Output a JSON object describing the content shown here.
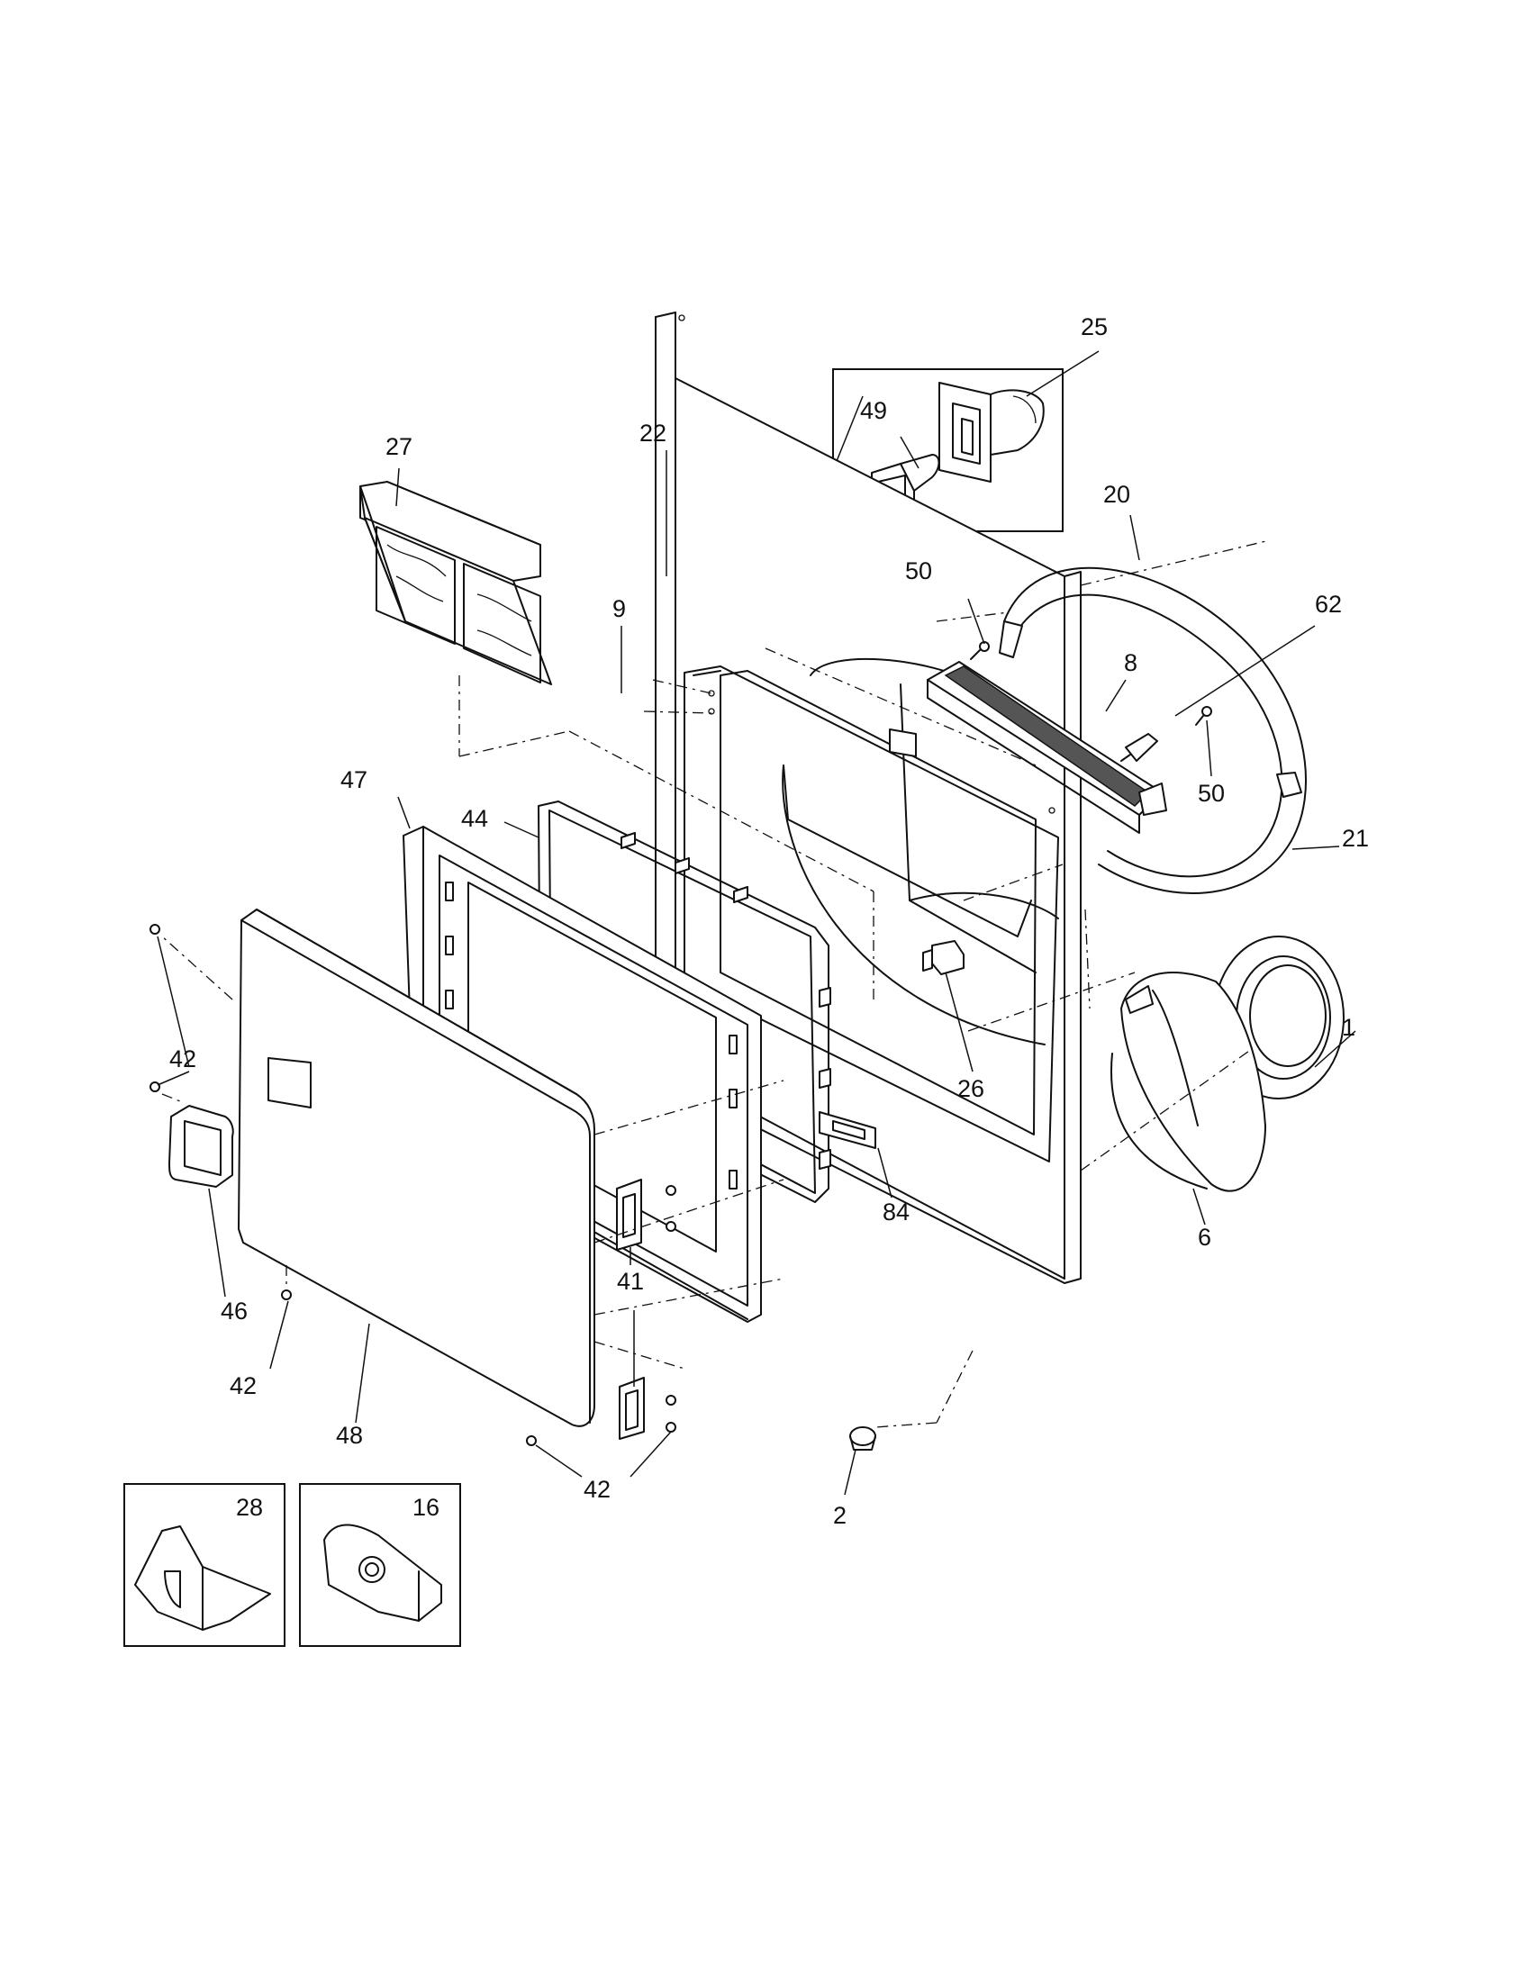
{
  "diagram": {
    "callouts": {
      "c25": "25",
      "c49": "49",
      "c22": "22",
      "c27": "27",
      "c20": "20",
      "c50a": "50",
      "c62": "62",
      "c8": "8",
      "c9": "9",
      "c47": "47",
      "c44": "44",
      "c21": "21",
      "c50b": "50",
      "c1": "1",
      "c42a": "42",
      "c26": "26",
      "c84": "84",
      "c6": "6",
      "c46": "46",
      "c41": "41",
      "c42b": "42",
      "c48": "48",
      "c28": "28",
      "c16": "16",
      "c42c": "42",
      "c2": "2"
    }
  }
}
